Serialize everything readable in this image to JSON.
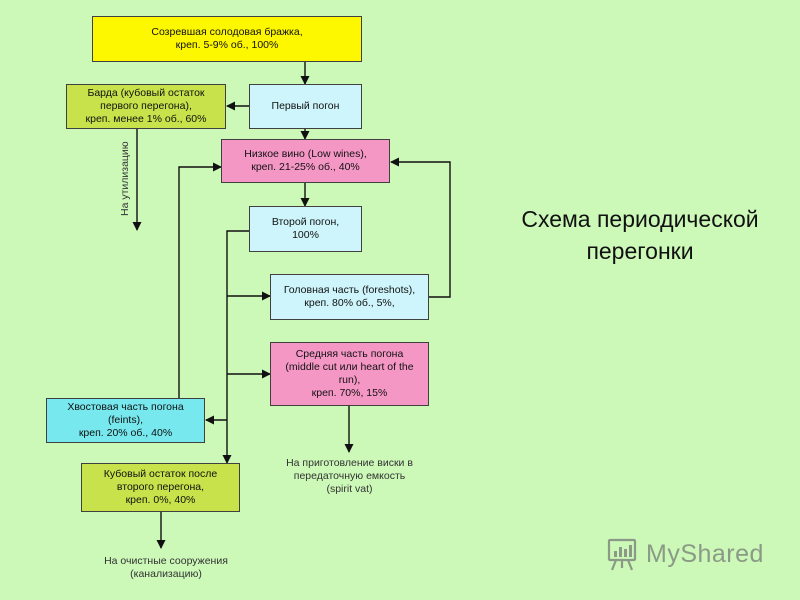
{
  "boxes": {
    "mature_mash": "Созревшая солодовая бражка,\nкреп. 5-9% об., 100%",
    "barda": "Барда (кубовый остаток\nпервого перегона),\nкреп. менее 1% об., 60%",
    "first_run": "Первый погон",
    "low_wines": "Низкое вино (Low wines),\nкреп. 21-25% об., 40%",
    "second_run": "Второй погон,\n100%",
    "foreshots": "Головная часть (foreshots),\nкреп. 80% об., 5%,",
    "middle_cut": "Средняя часть погона\n(middle cut или heart of the\nrun),\nкреп. 70%, 15%",
    "feints": "Хвостовая часть погона\n(feints),\nкреп. 20% об., 40%",
    "still_residue": "Кубовый остаток после\nвторого перегона,\nкреп. 0%, 40%"
  },
  "notes": {
    "disposal": "На утилизацию",
    "whisky_prep": "На приготовление виски в\nпередаточную емкость\n(spirit vat)",
    "treatment": "На очистные сооружения\n(канализацию)"
  },
  "title": "Схема периодической\nперегонки",
  "watermark": "MyShared",
  "colors": {
    "yellow": "#fdf700",
    "olive": "#c7e24a",
    "cyan": "#cdf5fb",
    "pink": "#f597c5",
    "teal": "#76e8ee",
    "background": "#ccf8b8"
  },
  "icons": {
    "watermark_logo": "presentation-board-icon"
  }
}
